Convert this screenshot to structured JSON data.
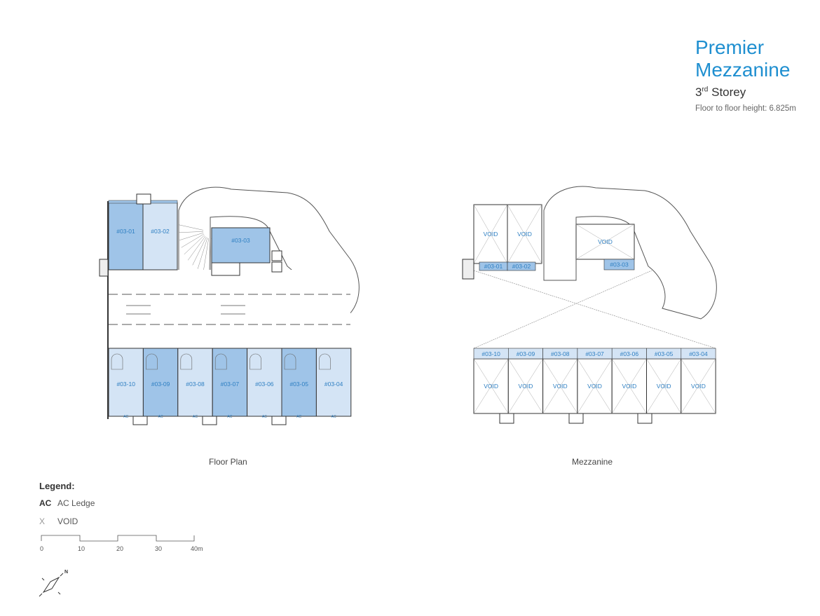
{
  "header": {
    "title_line1": "Premier",
    "title_line2": "Mezzanine",
    "storey_num": "3",
    "storey_sup": "rd",
    "storey_word": "Storey",
    "height_text": "Floor to floor height: 6.825m"
  },
  "colors": {
    "accent": "#1f8fd0",
    "unit_dark": "#9fc4e8",
    "unit_light": "#d4e4f5",
    "label": "#2e7fc2"
  },
  "floor_plan": {
    "caption": "Floor Plan",
    "top_units": [
      {
        "label": "#03-01",
        "tone": "dark"
      },
      {
        "label": "#03-02",
        "tone": "light"
      },
      {
        "label": "#03-03",
        "tone": "dark"
      }
    ],
    "bottom_units": [
      {
        "label": "#03-10",
        "tone": "light"
      },
      {
        "label": "#03-09",
        "tone": "dark"
      },
      {
        "label": "#03-08",
        "tone": "light"
      },
      {
        "label": "#03-07",
        "tone": "dark"
      },
      {
        "label": "#03-06",
        "tone": "light"
      },
      {
        "label": "#03-05",
        "tone": "dark"
      },
      {
        "label": "#03-04",
        "tone": "light"
      }
    ],
    "ac_mark": "AC"
  },
  "mezzanine": {
    "caption": "Mezzanine",
    "void_label": "VOID",
    "top_units": [
      "#03-01",
      "#03-02",
      "#03-03"
    ],
    "bottom_units": [
      "#03-10",
      "#03-09",
      "#03-08",
      "#03-07",
      "#03-06",
      "#03-05",
      "#03-04"
    ]
  },
  "legend": {
    "title": "Legend:",
    "ac_symbol": "AC",
    "ac_text": "AC Ledge",
    "void_symbol": "X",
    "void_text": "VOID",
    "scale_ticks": [
      "0",
      "10",
      "20",
      "30",
      "40m"
    ],
    "north": "N"
  }
}
